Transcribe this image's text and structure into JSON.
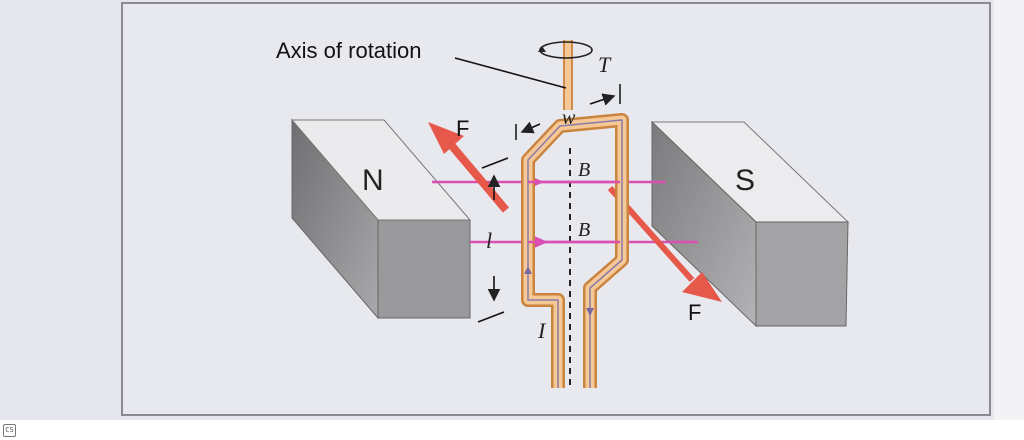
{
  "diagram": {
    "axis_label": "Axis of rotation",
    "north_pole_label": "N",
    "south_pole_label": "S",
    "force_labels": [
      "F",
      "F"
    ],
    "field_labels": [
      "B",
      "B"
    ],
    "width_label": "w",
    "length_label": "l",
    "current_label": "I",
    "torque_label": "T"
  },
  "footer": {
    "scanner_logo_text": "CS"
  },
  "colors": {
    "field_line": "#d94fb2",
    "force_arrow": "#e6584a",
    "loop_core": "#f5c896",
    "loop_outline": "#d08a4a",
    "magnet_face": "#e9e9ec",
    "magnet_side": "#8a8a8c"
  }
}
